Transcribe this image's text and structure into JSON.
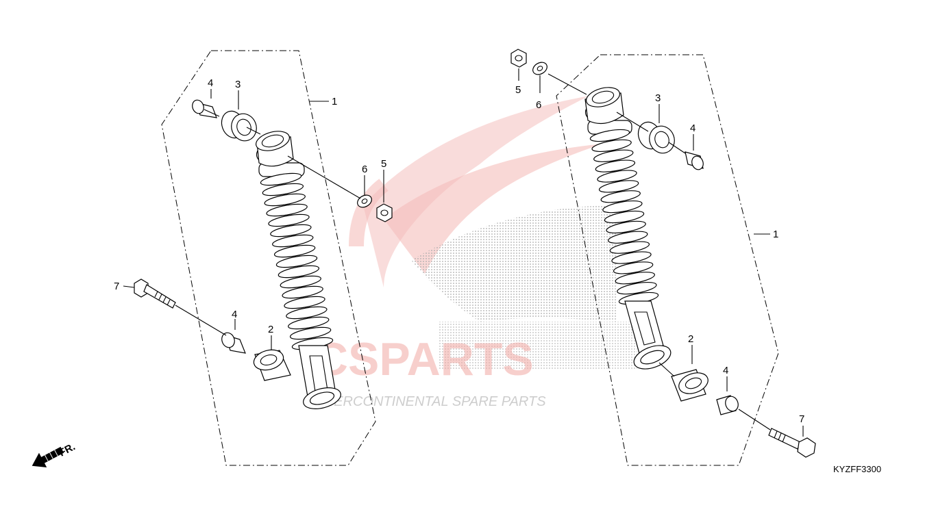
{
  "diagram": {
    "code": "KYZFF3300",
    "front_label": "FR.",
    "watermark": {
      "brand": "ICSPARTS",
      "tagline": "INTERCONTINENTAL SPARE PARTS",
      "color_red": "#e3362f",
      "color_gray": "#9a9a9a"
    },
    "left_assembly": {
      "callouts": [
        "1",
        "2",
        "3",
        "4",
        "4",
        "5",
        "6",
        "7"
      ]
    },
    "right_assembly": {
      "callouts": [
        "1",
        "2",
        "3",
        "4",
        "4",
        "5",
        "6",
        "7"
      ]
    }
  }
}
